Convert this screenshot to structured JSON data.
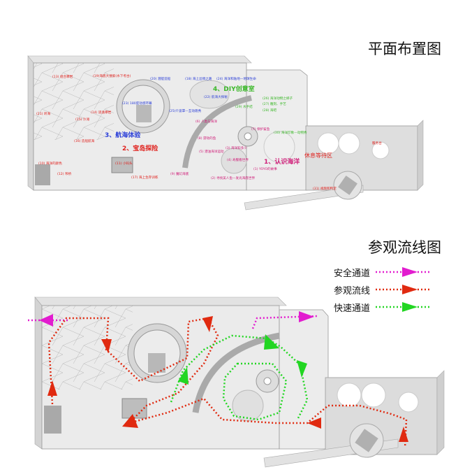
{
  "titles": {
    "layout": "平面布置图",
    "flow": "参观流线图"
  },
  "legend": [
    {
      "label": "安全通道",
      "color": "#e21ccf"
    },
    {
      "label": "参观流线",
      "color": "#e02a10"
    },
    {
      "label": "快速通道",
      "color": "#22d622"
    }
  ],
  "zones": {
    "z1": "1、认识海洋",
    "z2": "2、宝岛探险",
    "z3": "3、航海体验",
    "z4": "4、DIY创意室",
    "rest": "休息等待区",
    "service": "服务台"
  },
  "labels": {
    "l1": "(1) YOYO的故事",
    "l2": "(2) 寻找美人鱼—发光海底世界",
    "l3": "(3) 海洋知多少",
    "l4": "(4) 寿服看世界",
    "l5": "(5) 潜油海洋运动",
    "l6": "(6) 人类与海洋",
    "l7": "(7) 保护鲨鱼",
    "l8": "(8) 游动的鱼",
    "l9": "(9) 魔幻海底",
    "l10": "(10) 海洋的颜色",
    "l11": "(11) 小码头",
    "l12": "(12) 吊桥",
    "l13": "(13) 组合攀岩",
    "l14": "(14) 逃逸攀岩",
    "l15": "(15) 沙滩",
    "l16": "(16) 造船航海",
    "l17": "(17) 海上生存训练",
    "l18": "(18) 海上丝绸之路",
    "l19": "(19)海底大搜索(水下考古)",
    "l20": "(20) 潜艇造船",
    "l21": "(21) 听海",
    "l22": "(22) 航海大探秘",
    "l23": "(23) 180度动感环幕",
    "l24": "(24) 海洋和陆地—地球生命",
    "l25": "(25)介波罩—互动跑秀",
    "l26": "(26) 海洋动物之梯子",
    "l27": "(27) 雕刻、手艺",
    "l28": "(28) 海吧",
    "l29": "(29) 水手结",
    "l30": "(30) 海洋印象—动物秀",
    "l31": "(31) 视频和鸭定"
  },
  "colors": {
    "red": "#e0201c",
    "blue": "#2b3fd8",
    "magenta": "#d0207a",
    "green": "#3cb82a"
  }
}
